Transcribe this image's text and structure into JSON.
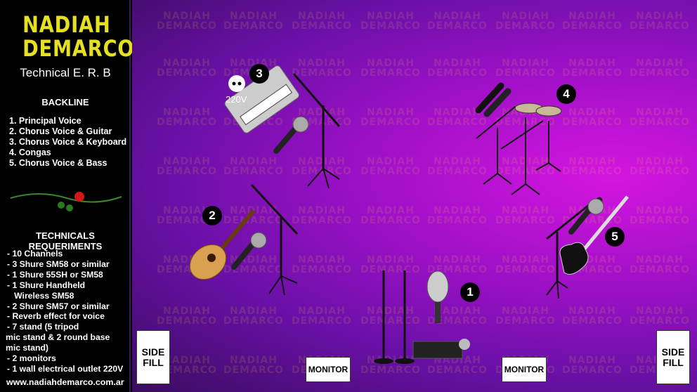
{
  "logo": {
    "line1": "NADIAH",
    "line2": "DEMARCO"
  },
  "subtitle": "Technical E. R. B",
  "backline": {
    "title": "BACKLINE",
    "items": [
      "1. Principal Voice",
      "2. Chorus Voice & Guitar",
      "3. Chorus Voice & Keyboard",
      "4. Congas",
      "5. Chorus Voice & Bass"
    ]
  },
  "requirements": {
    "title": "TECHNICALS REQUERIMENTS",
    "items": [
      "- 10 Channels",
      "- 3 Shure SM58 or similar",
      "- 1 Shure 55SH or SM58",
      "- 1 Shure Handheld",
      "   Wireless SM58",
      "- 2 Shure SM57 or similar",
      "- Reverb effect for voice",
      "- 7 stand (5 tripod",
      "mic stand & 2 round base",
      "mic stand)",
      "- 2 monitors",
      "- 1 wall electrical outlet 220V"
    ]
  },
  "website": "www.nadiahdemarco.com.ar",
  "stage": {
    "watermark_line1": "NADIAH",
    "watermark_line2": "DEMARCO",
    "outlet_label": "220V",
    "badges": [
      "1",
      "2",
      "3",
      "4",
      "5"
    ],
    "side_fill_left": "SIDE FILL",
    "side_fill_right": "SIDE FILL",
    "monitor_left": "MONITOR",
    "monitor_right": "MONITOR"
  },
  "colors": {
    "logo": "#e6e020",
    "stage_dark": "#3a0c60",
    "stage_bright": "#d515e0"
  }
}
